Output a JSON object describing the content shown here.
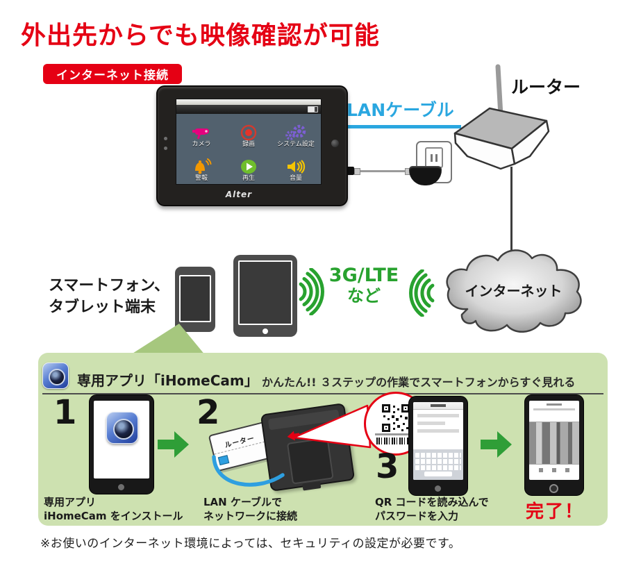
{
  "page": {
    "title": "外出先からでも映像確認が可能",
    "note": "※お使いのインターネット環境によっては、セキュリティの設定が必要です。"
  },
  "diagram": {
    "badge_label": "インターネット接続",
    "lan_cable_label": "LANケーブル",
    "router_label": "ルーター",
    "internet_label": "インターネット",
    "devices_label_line1": "スマートフォン、",
    "devices_label_line2": "タブレット端末",
    "network_label_line1": "3G/LTE",
    "network_label_line2": "など",
    "monitor": {
      "brand": "Alter",
      "menu": [
        {
          "icon": "camera",
          "label": "カメラ"
        },
        {
          "icon": "record",
          "label": "録画"
        },
        {
          "icon": "gears",
          "label": "システム設定"
        },
        {
          "icon": "bell",
          "label": "警報"
        },
        {
          "icon": "play",
          "label": "再生"
        },
        {
          "icon": "speaker",
          "label": "音量"
        }
      ]
    }
  },
  "panel": {
    "app_title": "専用アプリ「iHomeCam」",
    "app_subtitle": "かんたん!! ３ステップの作業でスマートフォンからすぐ見れる",
    "steps": [
      {
        "number": "1",
        "caption_line1": "専用アプリ",
        "caption_line2": "iHomeCam をインストール"
      },
      {
        "number": "2",
        "caption_line1": "LAN ケーブルで",
        "caption_line2": "ネットワークに接続",
        "router_label": "ルーター"
      },
      {
        "number": "3",
        "caption_line1": "QR コードを読み込んで",
        "caption_line2": "パスワードを入力"
      }
    ],
    "done_label": "完了！"
  },
  "colors": {
    "accent_red": "#e50014",
    "accent_blue": "#2aa7e0",
    "accent_green": "#28a22f",
    "panel_green": "#cde1b0"
  }
}
